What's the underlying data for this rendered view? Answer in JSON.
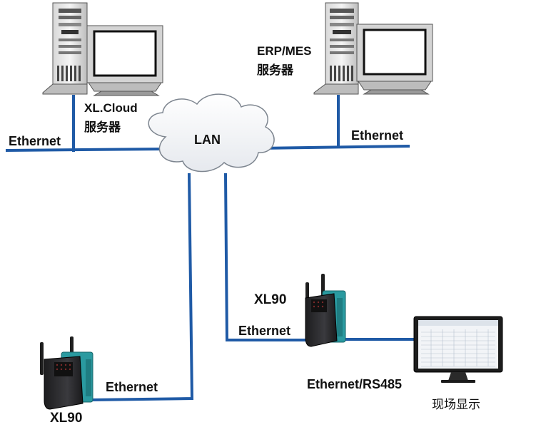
{
  "network": {
    "lan_label": "LAN",
    "line_color": "#1f5aa6",
    "servers": {
      "cloud": {
        "name_line1": "XL.Cloud",
        "name_line2": "服务器",
        "link_label": "Ethernet"
      },
      "erp": {
        "name_line1": "ERP/MES",
        "name_line2": "服务器",
        "link_label": "Ethernet"
      }
    },
    "devices": {
      "xl90_left": {
        "name": "XL90",
        "link_label": "Ethernet",
        "body_color": "#2a9aa0"
      },
      "xl90_right": {
        "name": "XL90",
        "link_label": "Ethernet"
      }
    },
    "display": {
      "link_label": "Ethernet/RS485",
      "name": "现场显示"
    }
  }
}
